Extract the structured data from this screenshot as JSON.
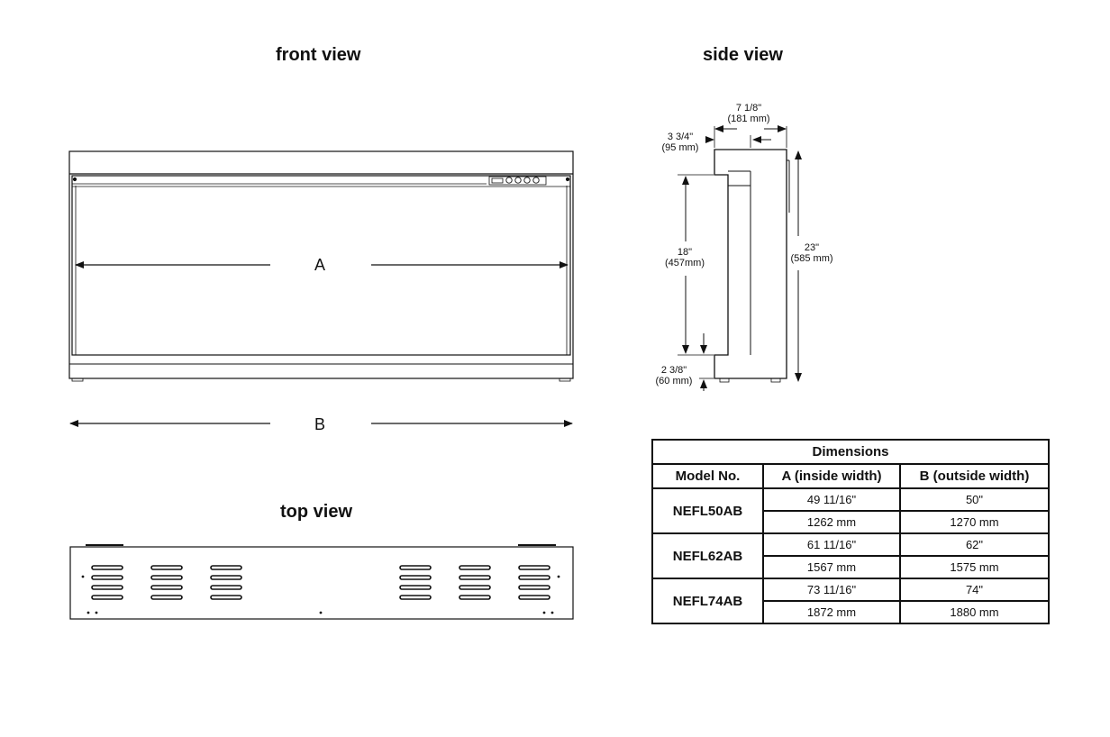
{
  "views": {
    "front_title": "front view",
    "side_title": "side view",
    "top_title": "top view"
  },
  "front": {
    "label_a": "A",
    "label_b": "B"
  },
  "side": {
    "depth": {
      "imperial": "7 1/8\"",
      "metric": "(181 mm)"
    },
    "top_offset": {
      "imperial": "3 3/4\"",
      "metric": "(95 mm)"
    },
    "opening_height": {
      "imperial": "18\"",
      "metric": "(457mm)"
    },
    "total_height": {
      "imperial": "23\"",
      "metric": "(585 mm)"
    },
    "bottom_offset": {
      "imperial": "2 3/8\"",
      "metric": "(60 mm)"
    }
  },
  "table": {
    "title": "Dimensions",
    "headers": [
      "Model No.",
      "A (inside width)",
      "B (outside width)"
    ],
    "rows": [
      {
        "model": "NEFL50AB",
        "a_imperial": "49 11/16\"",
        "b_imperial": "50\"",
        "a_metric": "1262 mm",
        "b_metric": "1270 mm"
      },
      {
        "model": "NEFL62AB",
        "a_imperial": "61 11/16\"",
        "b_imperial": "62\"",
        "a_metric": "1567 mm",
        "b_metric": "1575 mm"
      },
      {
        "model": "NEFL74AB",
        "a_imperial": "73 11/16\"",
        "b_imperial": "74\"",
        "a_metric": "1872  mm",
        "b_metric": "1880 mm"
      }
    ]
  }
}
